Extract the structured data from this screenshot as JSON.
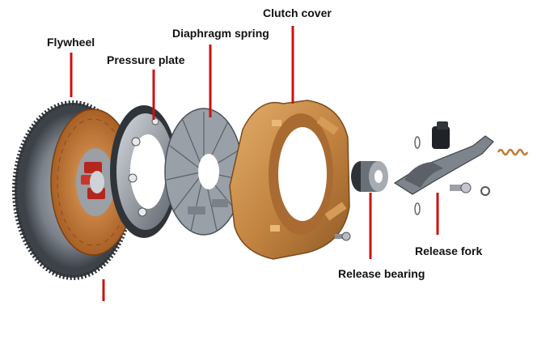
{
  "labels": {
    "flywheel": "Flywheel",
    "pressure_plate": "Pressure plate",
    "diaphragm_spring": "Diaphragm spring",
    "clutch_cover": "Clutch cover",
    "release_bearing": "Release bearing",
    "release_fork": "Release fork"
  },
  "colors": {
    "leader_line": "#cc1111",
    "metal_dark": "#4a4f57",
    "metal_mid": "#8a9099",
    "metal_light": "#c9cdd3",
    "friction_orange": "#c97a38",
    "cover_copper": "#c68a45"
  }
}
